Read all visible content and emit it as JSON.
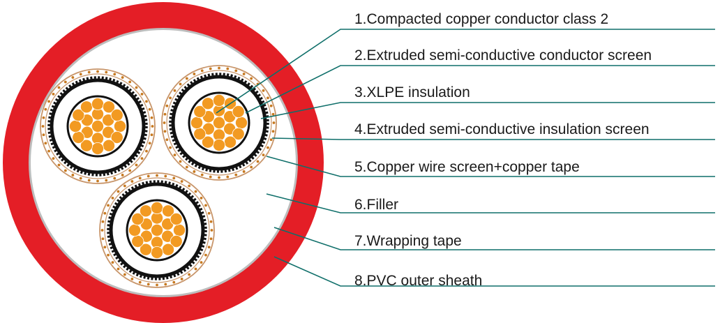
{
  "labels": [
    "1.Compacted copper conductor class 2",
    "2.Extruded semi-conductive conductor screen",
    "3.XLPE insulation",
    "4.Extruded semi-conductive insulation screen",
    "5.Copper wire screen+copper tape",
    "6.Filler",
    "7.Wrapping tape",
    "8.PVC outer sheath"
  ],
  "colors": {
    "sheath": "#e41e26",
    "wrapping_tape": "#c8c8c8",
    "filler": "#ffffff",
    "copper_tape": "#c8956a",
    "copper_wire": "#c7791f",
    "semicon_screen": "#111111",
    "xlpe": "#ffffff",
    "conductor_strand": "#f29a22",
    "leader_line": "#0f6f6a"
  }
}
